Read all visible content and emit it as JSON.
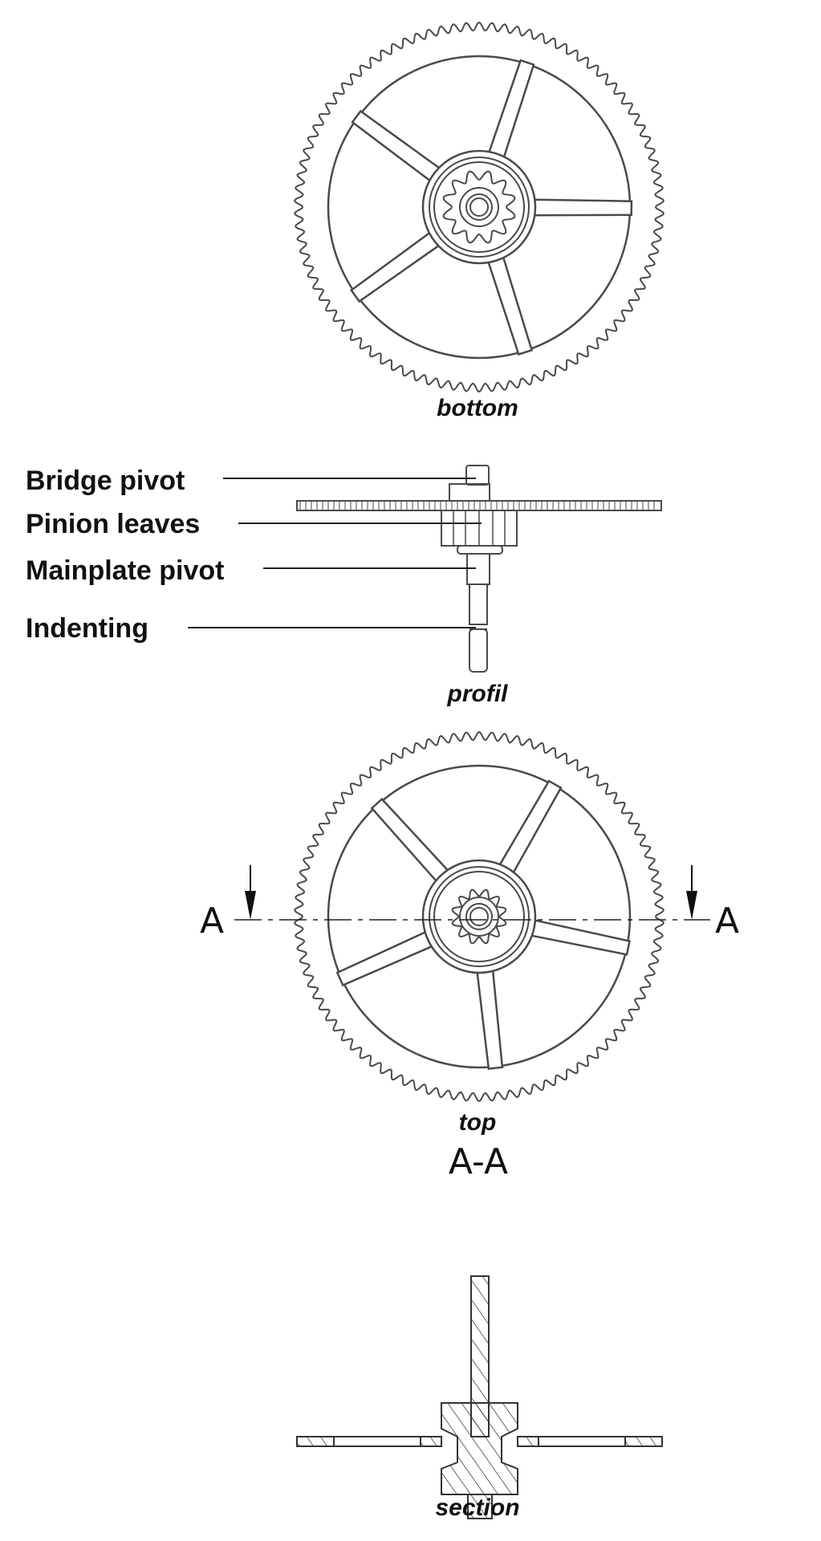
{
  "views": {
    "bottom": "bottom",
    "profile": "profil",
    "top": "top",
    "section": "section"
  },
  "callouts": {
    "bridge_pivot": "Bridge pivot",
    "pinion_leaves": "Pinion leaves",
    "mainplate_pivot": "Mainplate pivot",
    "indenting": "Indenting"
  },
  "section_marker": {
    "left": "A",
    "right": "A",
    "title": "A-A"
  },
  "wheel": {
    "teeth": 90,
    "spokes": 5,
    "pinion_leaves": 12
  },
  "colors": {
    "line": "#4a4a4a",
    "text": "#111111",
    "background": "#ffffff"
  }
}
